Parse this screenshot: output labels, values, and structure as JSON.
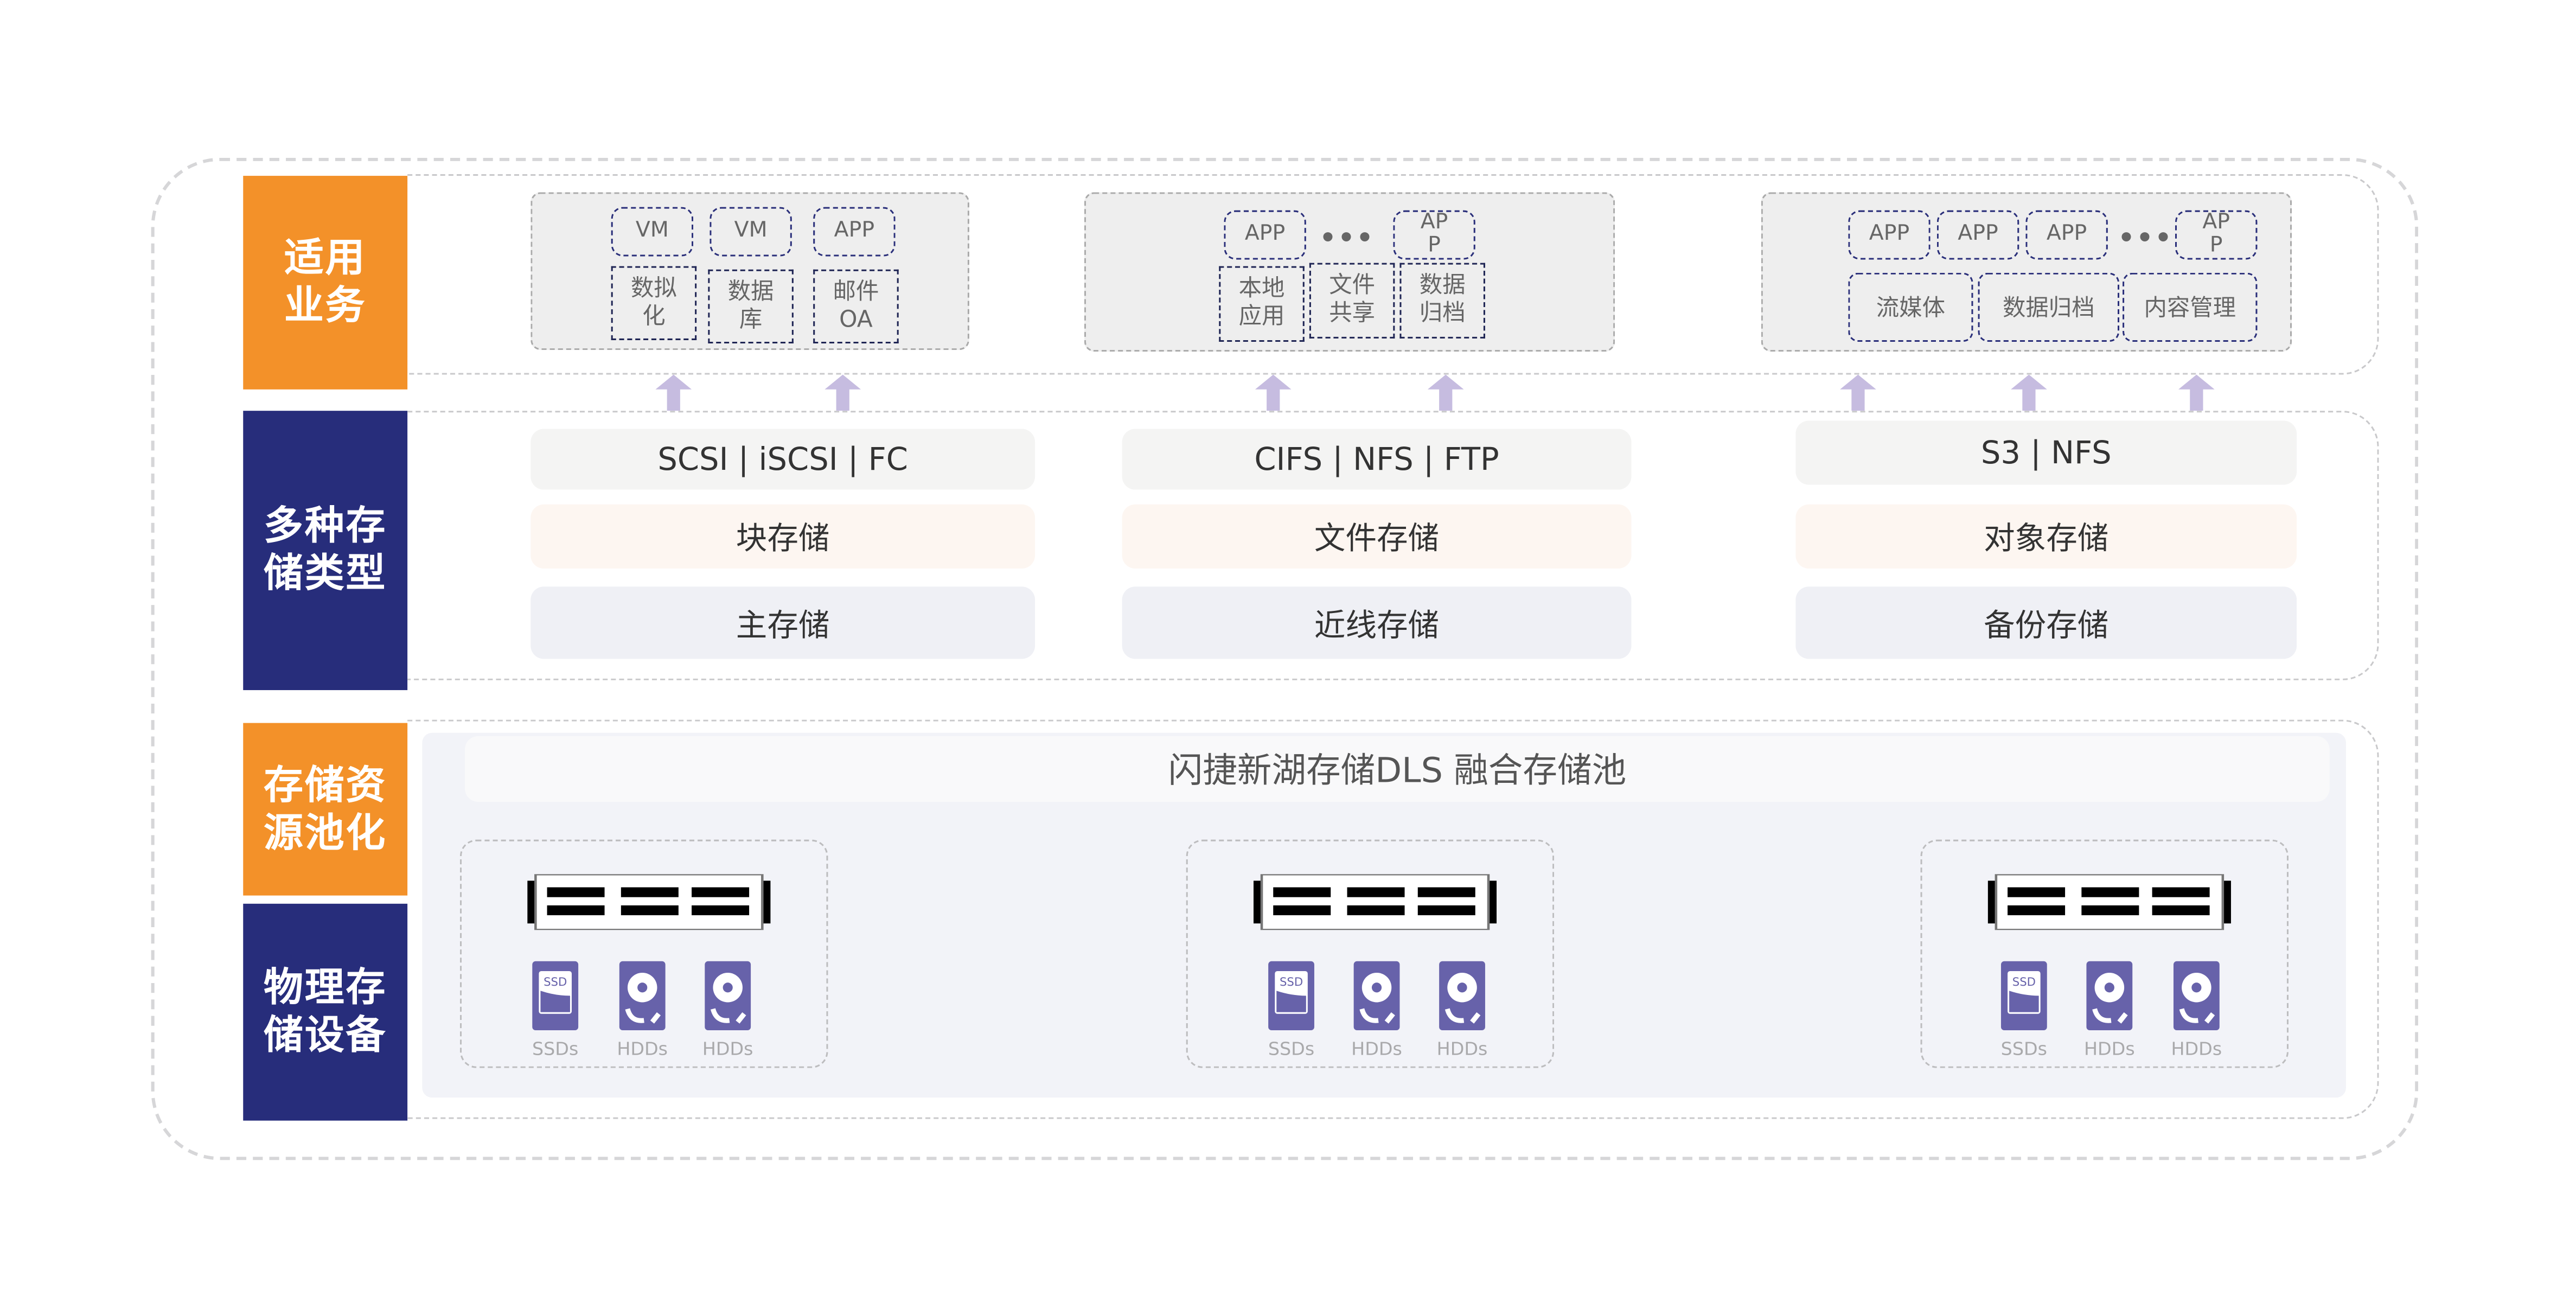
{
  "layers": {
    "business": "适用\n业务",
    "storage_types": "多种存\n储类型",
    "pooling": "存储资\n源池化",
    "physical": "物理存\n储设备"
  },
  "colors": {
    "orange": "#f39129",
    "navy": "#272d7b",
    "arrow": "#c6bce0",
    "disk_icon": "#6762aa",
    "chip_border": "#2a2f7a"
  },
  "business": {
    "col1": {
      "apps": [
        "VM",
        "VM",
        "APP"
      ],
      "workloads": [
        "数拟\n化",
        "数据\n库",
        "邮件\nOA"
      ]
    },
    "col2": {
      "apps": [
        "APP",
        "AP\nP"
      ],
      "ellipsis": "•••",
      "workloads": [
        "本地\n应用",
        "文件\n共享",
        "数据\n归档"
      ]
    },
    "col3": {
      "apps": [
        "APP",
        "APP",
        "APP",
        "AP\nP"
      ],
      "ellipsis": "•••",
      "workloads": [
        "流媒体",
        "数据归档",
        "内容管理"
      ]
    }
  },
  "storage": [
    {
      "protocols": "SCSI | iSCSI | FC",
      "type": "块存储",
      "tier": "主存储"
    },
    {
      "protocols": "CIFS | NFS | FTP",
      "type": "文件存储",
      "tier": "近线存储"
    },
    {
      "protocols": "S3 | NFS",
      "type": "对象存储",
      "tier": "备份存储"
    }
  ],
  "pool": {
    "title": "闪捷新湖存储DLS 融合存储池"
  },
  "devices": [
    {
      "disks": [
        "SSDs",
        "HDDs",
        "HDDs"
      ],
      "ssd_badge": "SSD"
    },
    {
      "disks": [
        "SSDs",
        "HDDs",
        "HDDs"
      ],
      "ssd_badge": "SSD"
    },
    {
      "disks": [
        "SSDs",
        "HDDs",
        "HDDs"
      ],
      "ssd_badge": "SSD"
    }
  ]
}
